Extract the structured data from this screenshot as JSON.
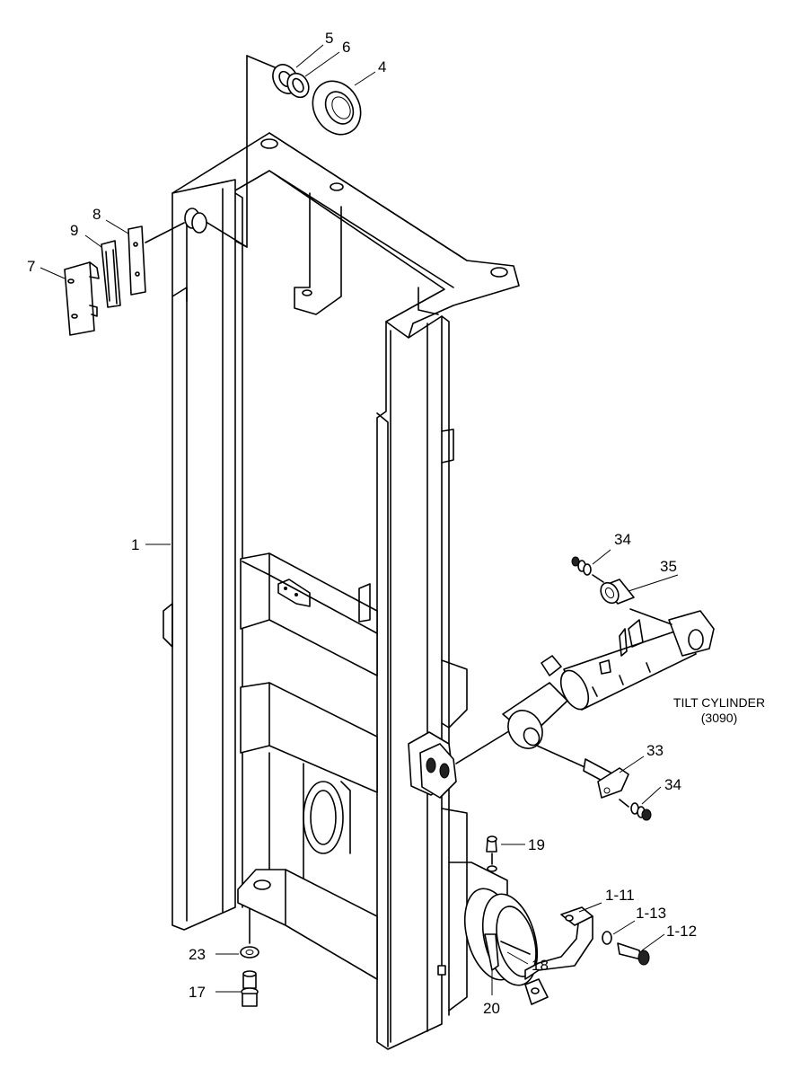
{
  "callouts": [
    {
      "id": "5",
      "label": "5"
    },
    {
      "id": "6",
      "label": "6"
    },
    {
      "id": "4",
      "label": "4"
    },
    {
      "id": "8",
      "label": "8"
    },
    {
      "id": "9",
      "label": "9"
    },
    {
      "id": "7",
      "label": "7"
    },
    {
      "id": "1",
      "label": "1"
    },
    {
      "id": "34a",
      "label": "34"
    },
    {
      "id": "35",
      "label": "35"
    },
    {
      "id": "33",
      "label": "33"
    },
    {
      "id": "34b",
      "label": "34"
    },
    {
      "id": "19",
      "label": "19"
    },
    {
      "id": "1-11",
      "label": "1-11"
    },
    {
      "id": "1-13",
      "label": "1-13"
    },
    {
      "id": "1-12",
      "label": "1-12"
    },
    {
      "id": "18",
      "label": "18"
    },
    {
      "id": "20",
      "label": "20"
    },
    {
      "id": "23",
      "label": "23"
    },
    {
      "id": "17",
      "label": "17"
    }
  ],
  "annotation": {
    "line1": "TILT CYLINDER",
    "line2": "(3090)"
  }
}
